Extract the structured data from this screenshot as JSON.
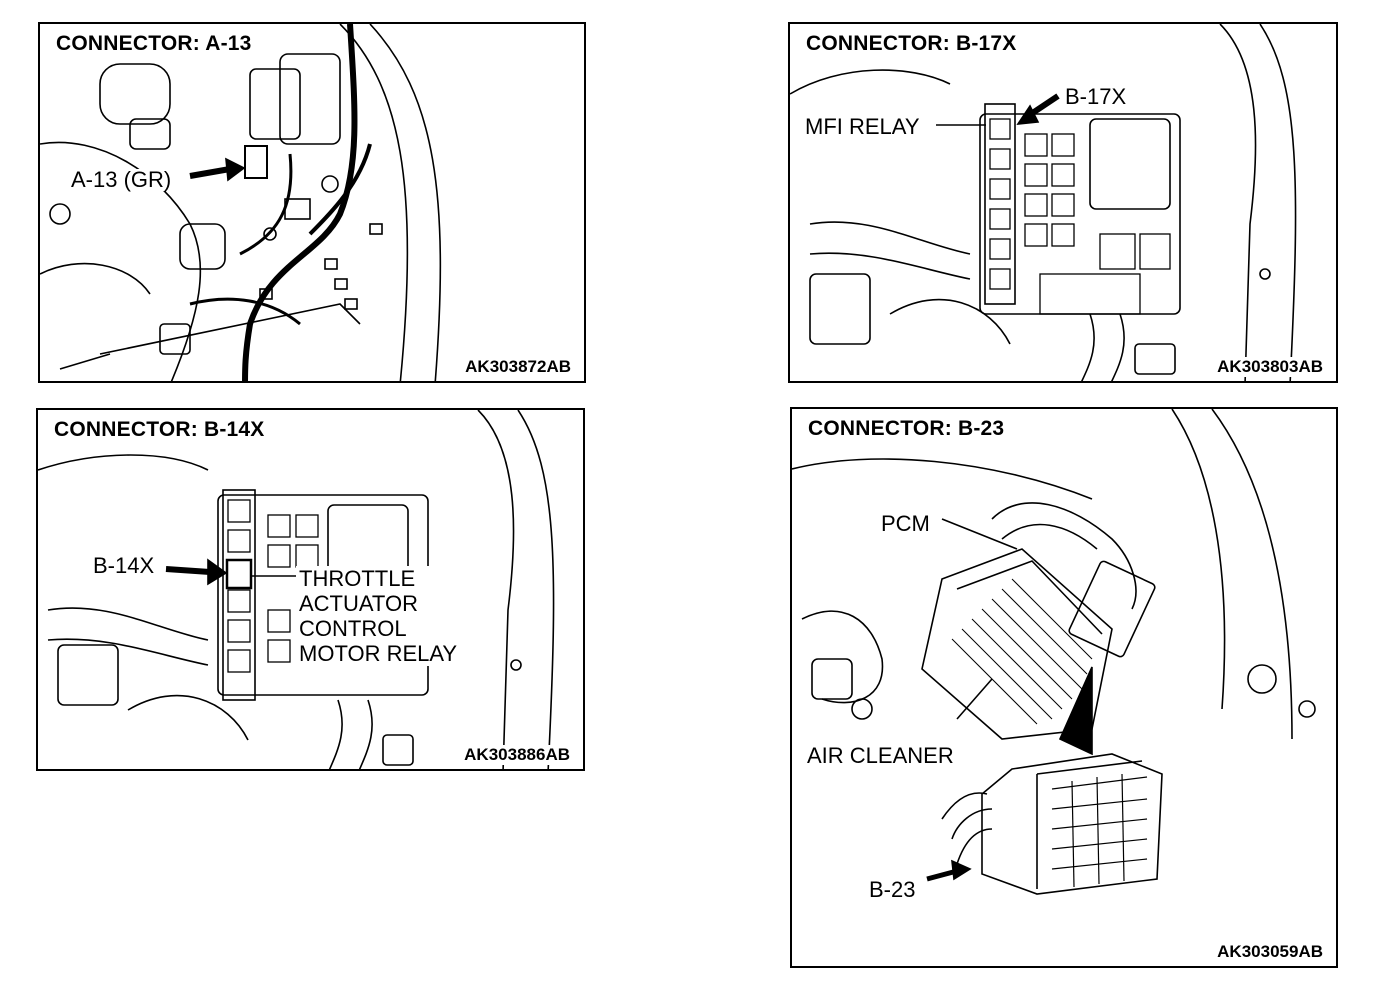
{
  "panels": {
    "a13": {
      "title": "CONNECTOR: A-13",
      "code": "AK303872AB",
      "callouts": [
        "A-13 (GR)"
      ]
    },
    "b17x": {
      "title": "CONNECTOR: B-17X",
      "code": "AK303803AB",
      "callouts": [
        "B-17X",
        "MFI RELAY"
      ]
    },
    "b14x": {
      "title": "CONNECTOR: B-14X",
      "code": "AK303886AB",
      "callouts": [
        "B-14X",
        "THROTTLE",
        "ACTUATOR",
        "CONTROL",
        "MOTOR RELAY"
      ]
    },
    "b23": {
      "title": "CONNECTOR: B-23",
      "code": "AK303059AB",
      "callouts": [
        "PCM",
        "AIR CLEANER",
        "B-23"
      ]
    }
  }
}
